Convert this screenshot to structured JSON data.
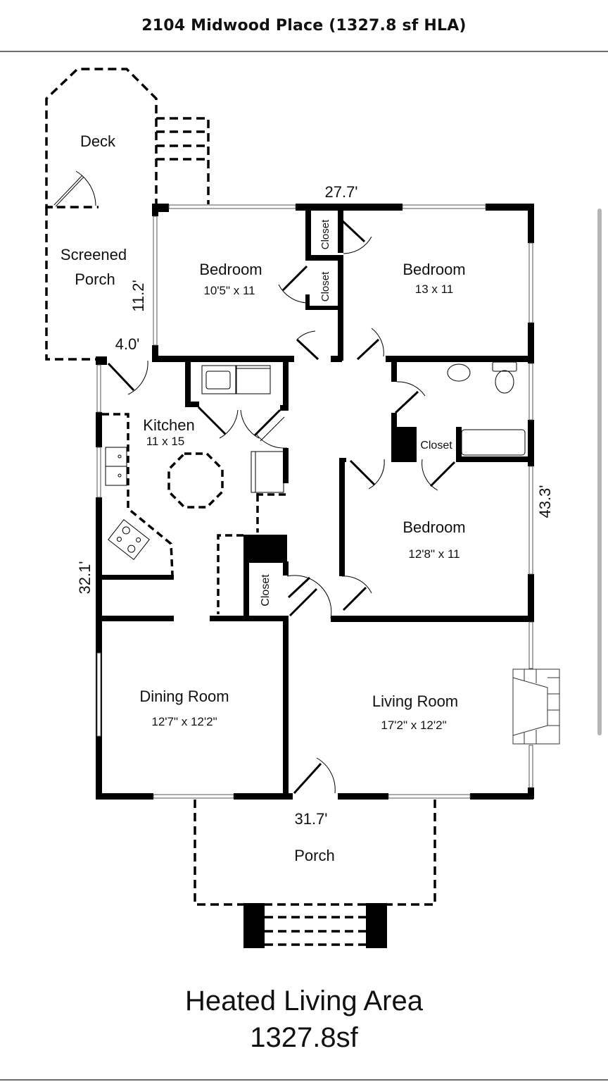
{
  "header": {
    "title": "2104 Midwood Place (1327.8 sf HLA)"
  },
  "rooms": {
    "deck": {
      "name": "Deck"
    },
    "screened_porch": {
      "name_line1": "Screened",
      "name_line2": "Porch"
    },
    "bedroom_1": {
      "name": "Bedroom",
      "dims": "10'5\" x 11"
    },
    "bedroom_2": {
      "name": "Bedroom",
      "dims": "13 x 11"
    },
    "bedroom_3": {
      "name": "Bedroom",
      "dims": "12'8\" x 11"
    },
    "kitchen": {
      "name": "Kitchen",
      "dims": "11 x 15"
    },
    "dining_room": {
      "name": "Dining Room",
      "dims": "12'7\" x 12'2\""
    },
    "living_room": {
      "name": "Living Room",
      "dims": "17'2\" x 12'2\""
    },
    "porch": {
      "name": "Porch"
    },
    "closet_a": {
      "name": "Closet"
    },
    "closet_b": {
      "name": "Closet"
    },
    "closet_c": {
      "name": "Closet"
    },
    "closet_d": {
      "name": "Closet"
    }
  },
  "dimensions": {
    "top_width": "27.7'",
    "porch_side": "11.2'",
    "porch_bottom": "4.0'",
    "left_height": "32.1'",
    "right_height": "43.3'",
    "bottom_width": "31.7'"
  },
  "summary": {
    "label": "Heated Living Area",
    "area": "1327.8sf"
  },
  "colors": {
    "wall": "#000000",
    "background": "#ffffff",
    "rule": "#6b6b6b",
    "scrollbar": "#b5b5b5"
  }
}
